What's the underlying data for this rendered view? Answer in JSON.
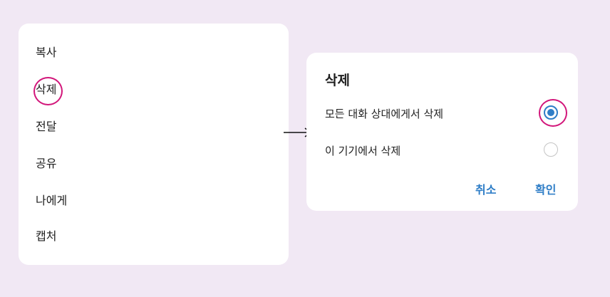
{
  "menu": {
    "items": [
      {
        "id": "copy",
        "label": "복사"
      },
      {
        "id": "delete",
        "label": "삭제",
        "highlighted": true
      },
      {
        "id": "forward",
        "label": "전달"
      },
      {
        "id": "share",
        "label": "공유"
      },
      {
        "id": "to-me",
        "label": "나에게"
      },
      {
        "id": "capture",
        "label": "캡처"
      }
    ]
  },
  "dialog": {
    "title": "삭제",
    "options": [
      {
        "label": "모든 대화 상대에게서 삭제",
        "selected": true
      },
      {
        "label": "이 기기에서 삭제",
        "selected": false
      }
    ],
    "cancel_label": "취소",
    "confirm_label": "확인"
  },
  "colors": {
    "background": "#f1e8f4",
    "accent": "#2f7ec7",
    "highlight": "#d2167a"
  }
}
